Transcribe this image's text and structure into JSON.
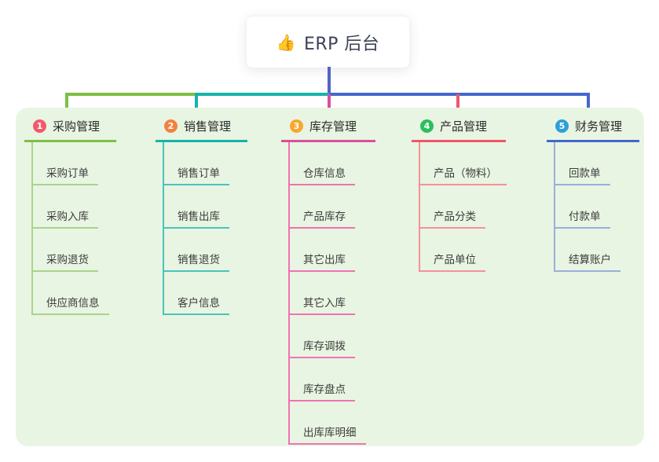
{
  "root": {
    "icon": "👍",
    "label": "ERP 后台",
    "stem_color": "#5562C3"
  },
  "panel": {
    "bg": "#E8F5E2"
  },
  "branches": [
    {
      "num": "1",
      "label": "采购管理",
      "badge_color": "#F2596B",
      "line_color": "#7DC044",
      "child_line_color": "#A9D48C",
      "children": [
        "采购订单",
        "采购入库",
        "采购退货",
        "供应商信息"
      ]
    },
    {
      "num": "2",
      "label": "销售管理",
      "badge_color": "#F5813F",
      "line_color": "#16B3AB",
      "child_line_color": "#4BC2BC",
      "children": [
        "销售订单",
        "销售出库",
        "销售退货",
        "客户信息"
      ]
    },
    {
      "num": "3",
      "label": "库存管理",
      "badge_color": "#F7A72E",
      "line_color": "#D94F9E",
      "child_line_color": "#EF72B4",
      "children": [
        "仓库信息",
        "产品库存",
        "其它出库",
        "其它入库",
        "库存调拨",
        "库存盘点",
        "出库库明细"
      ]
    },
    {
      "num": "4",
      "label": "产品管理",
      "badge_color": "#2EBE5F",
      "line_color": "#F2566B",
      "child_line_color": "#F8909B",
      "children": [
        "产品（物料）",
        "产品分类",
        "产品单位"
      ]
    },
    {
      "num": "5",
      "label": "财务管理",
      "badge_color": "#2C9FDB",
      "line_color": "#4467CE",
      "child_line_color": "#9BAEDC",
      "children": [
        "回款单",
        "付款单",
        "结算账户"
      ]
    }
  ]
}
